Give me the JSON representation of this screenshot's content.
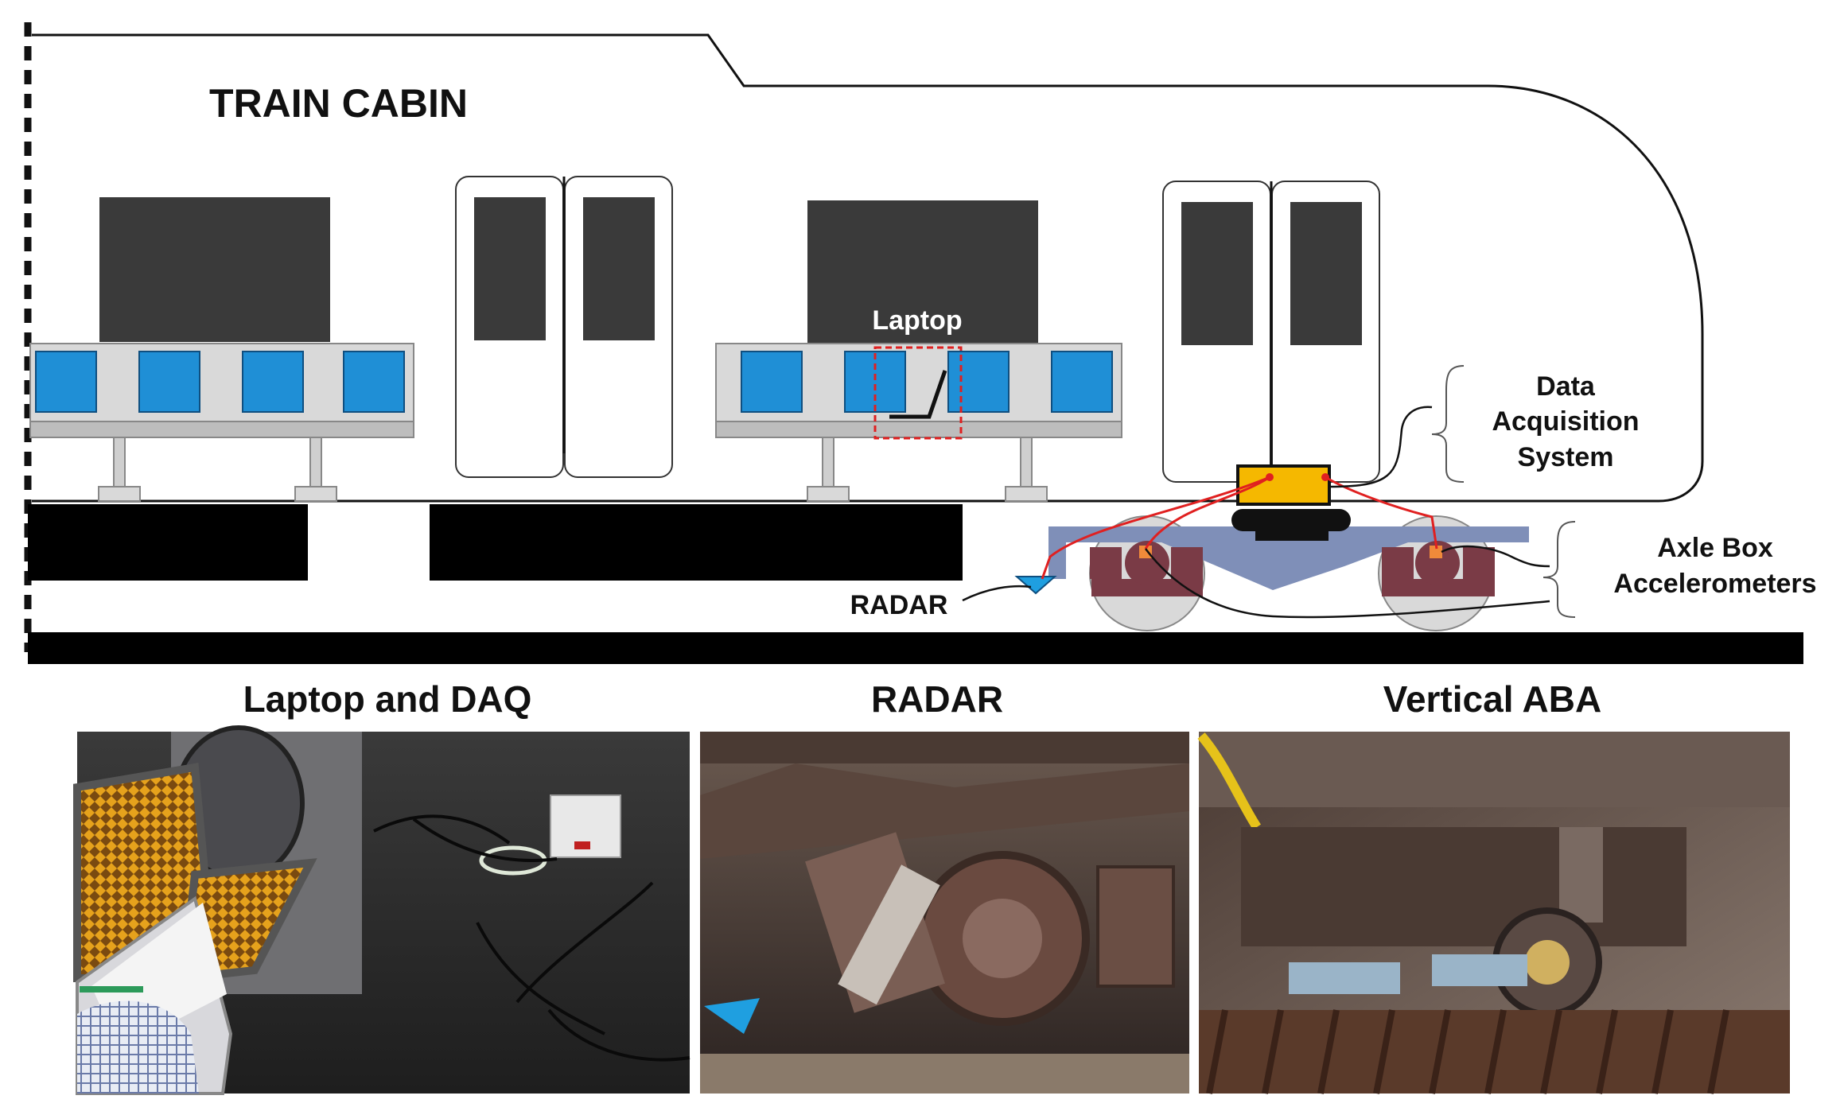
{
  "labels": {
    "train_cabin": "TRAIN CABIN",
    "laptop": "Laptop",
    "daq_line1": "Data",
    "daq_line2": "Acquisition",
    "daq_line3": "System",
    "aba_line1": "Axle Box",
    "aba_line2": "Accelerometers",
    "radar": "RADAR"
  },
  "photos": [
    {
      "title": "Laptop and DAQ"
    },
    {
      "title": "RADAR"
    },
    {
      "title": "Vertical ABA"
    }
  ],
  "colors": {
    "window_blue": "#1f8fd6",
    "seat_grey": "#d9d9d9",
    "dark_panel": "#3a3a3a",
    "bogie_blue": "#7f8fb8",
    "axle_box": "#7a3b46",
    "daq_box": "#f5b800",
    "wire_red": "#e02020",
    "sensor_orange": "#f08a3a",
    "highlight_red": "#e02020"
  }
}
